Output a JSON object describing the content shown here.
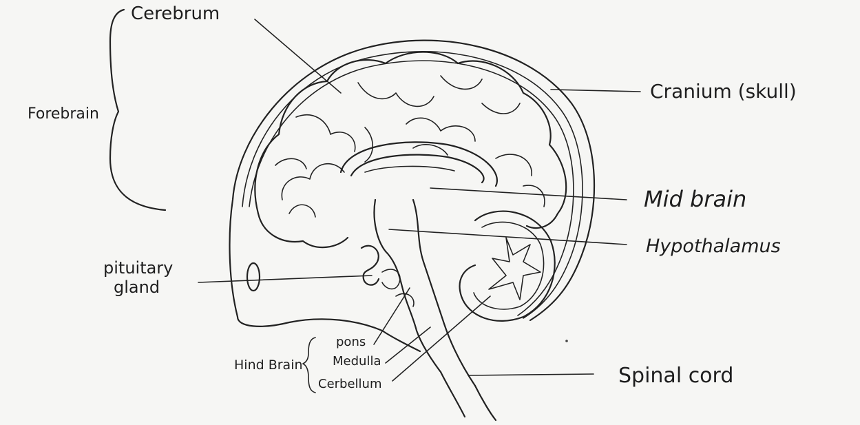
{
  "diagram": {
    "labels": {
      "cerebrum": "Cerebrum",
      "forebrain": "Forebrain",
      "cranium": "Cranium (skull)",
      "mid_brain": "Mid brain",
      "hypothalamus": "Hypothalamus",
      "pituitary_line1": "pituitary",
      "pituitary_line2": "gland",
      "hind_brain": "Hind Brain",
      "pons": "pons",
      "medulla": "Medulla",
      "cerebellum": "Cerbellum",
      "spinal_cord": "Spinal cord"
    }
  }
}
